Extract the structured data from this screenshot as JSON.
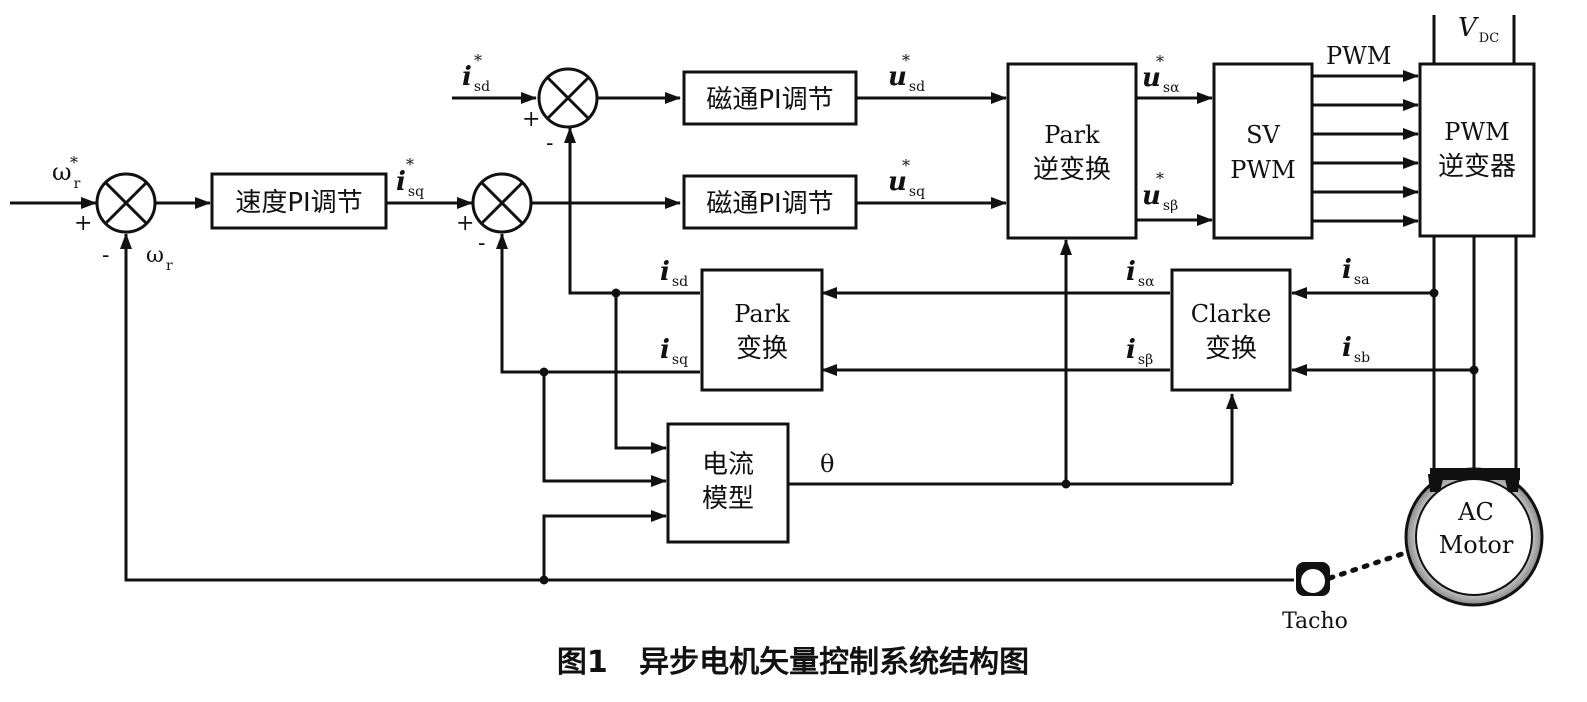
{
  "blocks": {
    "speed_pi": "速度PI调节",
    "flux_pi_top": "磁通PI调节",
    "flux_pi_bottom": "磁通PI调节",
    "park_inv_line1": "Park",
    "park_inv_line2": "逆变换",
    "svpwm_line1": "SV",
    "svpwm_line2": "PWM",
    "inverter_line1": "PWM",
    "inverter_line2": "逆变器",
    "park_line1": "Park",
    "park_line2": "变换",
    "clarke_line1": "Clarke",
    "clarke_line2": "变换",
    "current_model_line1": "电流",
    "current_model_line2": "模型",
    "motor_line1": "AC",
    "motor_line2": "Motor",
    "tacho": "Tacho"
  },
  "signals": {
    "omega_ref": "ω",
    "omega_ref_sub": "r",
    "omega_fb": "ω",
    "omega_fb_sub": "r",
    "isd_ref": "i",
    "isd_ref_sub": "sd",
    "isq_ref": "i",
    "isq_ref_sub": "sq",
    "usd_ref": "u",
    "usd_ref_sub": "sd",
    "usq_ref": "u",
    "usq_ref_sub": "sq",
    "usalpha_ref": "u",
    "usalpha_ref_sub": "sα",
    "usbeta_ref": "u",
    "usbeta_ref_sub": "sβ",
    "pwm": "PWM",
    "vdc": "V",
    "vdc_sub": "DC",
    "isd": "i",
    "isd_sub": "sd",
    "isq": "i",
    "isq_sub": "sq",
    "isalpha": "i",
    "isalpha_sub": "sα",
    "isbeta": "i",
    "isbeta_sub": "sβ",
    "isa": "i",
    "isa_sub": "sa",
    "isb": "i",
    "isb_sub": "sb",
    "theta": "θ",
    "star": "*",
    "plus": "+",
    "minus": "-"
  },
  "caption": "图1   异步电机矢量控制系统结构图"
}
